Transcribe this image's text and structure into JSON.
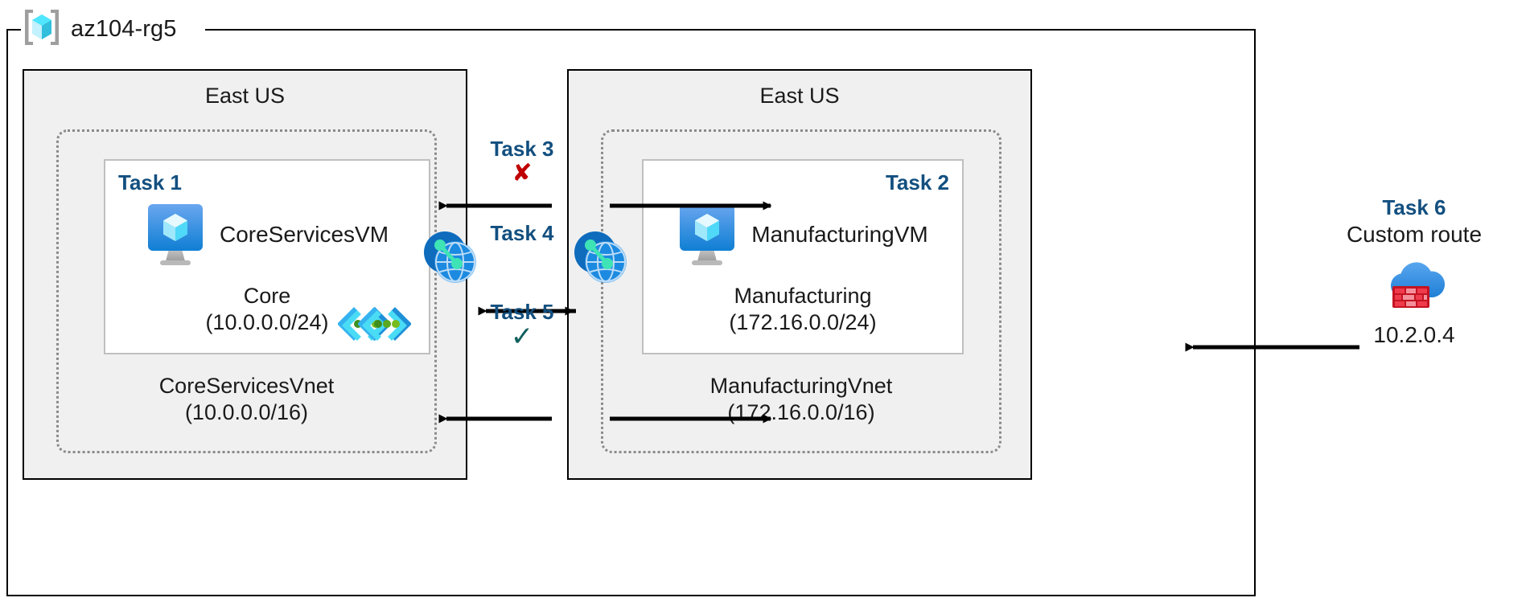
{
  "resource_group": {
    "name": "az104-rg5",
    "icon": "azure-resource-group-icon"
  },
  "regions": [
    {
      "id": "left",
      "label": "East US"
    },
    {
      "id": "right",
      "label": "East US"
    }
  ],
  "vnets": [
    {
      "id": "core",
      "name": "CoreServicesVnet",
      "cidr": "(10.0.0.0/16)",
      "badge_icon": "subnet-brackets-icon",
      "subnet": {
        "task_tag": "Task 1",
        "vm_name": "CoreServicesVM",
        "vm_icon": "virtual-machine-icon",
        "name": "Core",
        "cidr": "(10.0.0.0/24)"
      }
    },
    {
      "id": "manufacturing",
      "name": "ManufacturingVnet",
      "cidr": "(172.16.0.0/16)",
      "badge_icon": "subnet-brackets-icon",
      "subnet": {
        "task_tag": "Task 2",
        "vm_name": "ManufacturingVM",
        "vm_icon": "virtual-machine-icon",
        "name": "Manufacturing",
        "cidr": "(172.16.0.0/24)"
      }
    }
  ],
  "peering_icons": [
    {
      "id": "peer-left",
      "icon": "vnet-peering-globe-icon"
    },
    {
      "id": "peer-right",
      "icon": "vnet-peering-globe-icon"
    }
  ],
  "center_tasks": [
    {
      "id": "task3",
      "label": "Task 3",
      "mark": "✘",
      "mark_kind": "x",
      "arrow": "bidirectional-blocked"
    },
    {
      "id": "task4",
      "label": "Task 4",
      "mark": "",
      "mark_kind": "none",
      "arrow": "bidirectional"
    },
    {
      "id": "task5",
      "label": "Task 5",
      "mark": "✓",
      "mark_kind": "check",
      "arrow": "bidirectional-allowed"
    }
  ],
  "task6": {
    "label": "Task 6",
    "description": "Custom route",
    "icon": "firewall-cloud-icon",
    "ip": "10.2.0.4"
  },
  "colors": {
    "task_label": "#124f7f",
    "region_fill": "#f0f0f0",
    "region_border": "#000000",
    "vnet_border": "#8a8a8a",
    "subnet_border": "#bfbfbf",
    "cross_red": "#c00000",
    "check_green": "#11605e",
    "azure_blue": "#0078d4"
  }
}
